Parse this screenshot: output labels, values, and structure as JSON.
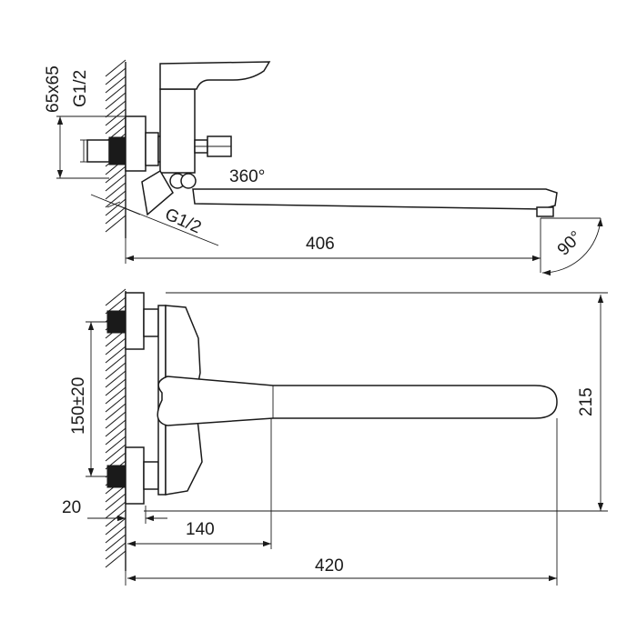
{
  "dimensions": {
    "wall_plate": "65x65",
    "thread_top": "G1/2",
    "thread_bottom": "G1/2",
    "rotation": "360°",
    "spout_length_side": "406",
    "spout_angle": "90°",
    "eccentric_spacing": "150±20",
    "total_height": "215",
    "wall_offset": "20",
    "handle_reach": "140",
    "spout_length_top": "420"
  }
}
